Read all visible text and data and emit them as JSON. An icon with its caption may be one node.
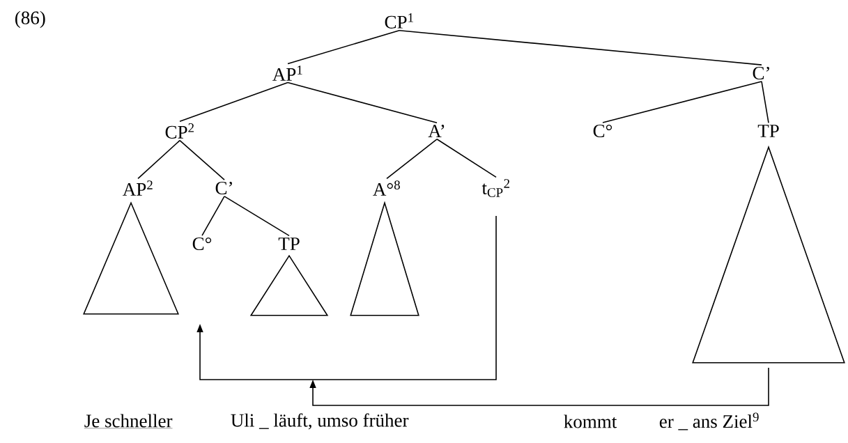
{
  "diagram": {
    "nodes": [
      {
        "text": [
          "CP$^{1}$"
        ]
      },
      {
        "text": [
          "AP$^{1}$"
        ]
      },
      {
        "text": [
          "C’"
        ]
      },
      {
        "text": [
          "CP$^{2}$"
        ]
      },
      {
        "text": [
          "A’"
        ]
      },
      {
        "text": [
          "C°"
        ]
      },
      {
        "text": [
          "TP"
        ]
      },
      {
        "text": [
          "AP$^{2}$"
        ]
      },
      {
        "text": [
          "C’"
        ]
      },
      {
        "text": [
          "A°$^{8}$"
        ]
      },
      {
        "text": [
          "t$_{CP}$$^{2}$"
        ]
      },
      {
        "text": [],
        "shape": "triangle"
      },
      {
        "text": [
          "C°"
        ]
      },
      {
        "text": [
          "TP"
        ]
      },
      {
        "text": [],
        "shape": "triangle"
      },
      {
        "text": [],
        "shape": "triangle"
      },
      {
        "text": [],
        "shape": "triangle"
      }
    ],
    "edges": [
      {
        "from": 0,
        "to": 1,
        "arrow": "none"
      },
      {
        "from": 0,
        "to": 2,
        "arrow": "none"
      },
      {
        "from": 1,
        "to": 3,
        "arrow": "none"
      },
      {
        "from": 1,
        "to": 4,
        "arrow": "none"
      },
      {
        "from": 2,
        "to": 5,
        "arrow": "none"
      },
      {
        "from": 2,
        "to": 6,
        "arrow": "none"
      },
      {
        "from": 3,
        "to": 7,
        "arrow": "none"
      },
      {
        "from": 3,
        "to": 8,
        "arrow": "none"
      },
      {
        "from": 4,
        "to": 9,
        "arrow": "none"
      },
      {
        "from": 4,
        "to": 10,
        "arrow": "none"
      },
      {
        "from": 8,
        "to": 12,
        "arrow": "none"
      },
      {
        "from": 8,
        "to": 13,
        "arrow": "none"
      },
      {
        "from": 10,
        "to": null,
        "arrow": "to"
      },
      {
        "from": 16,
        "to": null,
        "arrow": "to"
      }
    ],
    "labels": [
      "(86)",
      "Je schneller",
      "Uli _ läuft, umso früher",
      "kommt",
      "er _ ans Ziel$^{9}$"
    ]
  }
}
